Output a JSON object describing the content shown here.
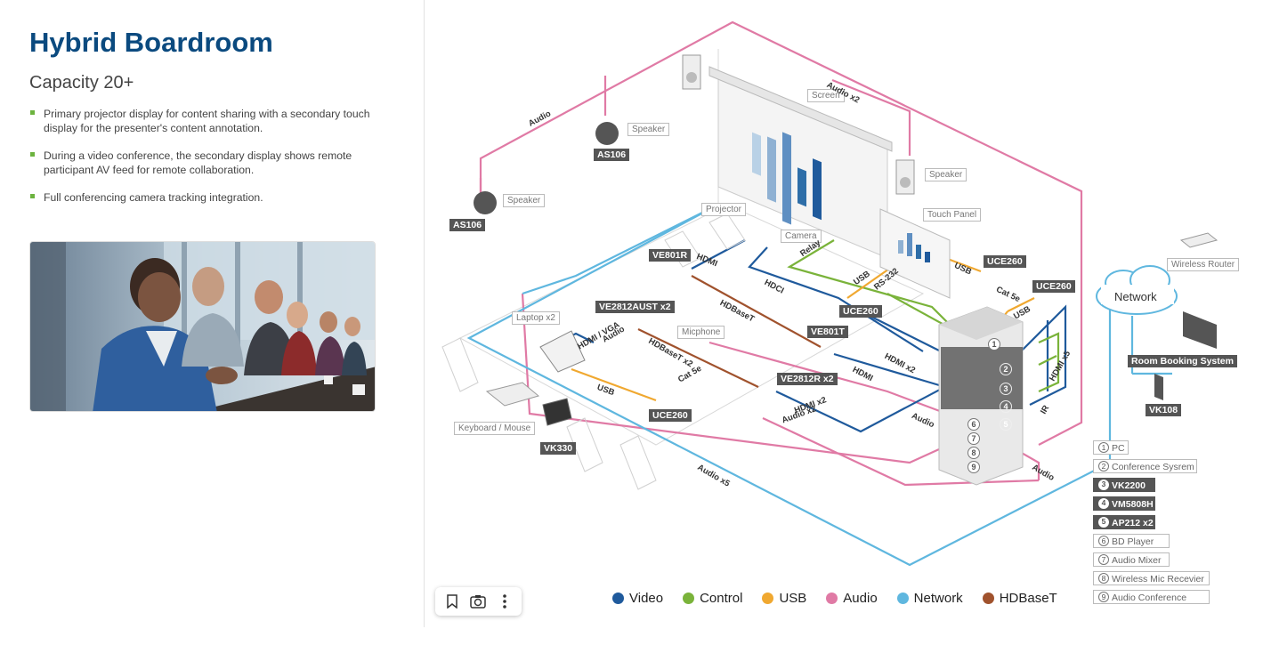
{
  "left": {
    "title": "Hybrid Boardroom",
    "subtitle": "Capacity 20+",
    "bullets": [
      "Primary projector display for content sharing with a secondary touch display for the presenter's content annotation.",
      "During a video conference, the secondary display shows remote participant AV feed for remote collaboration.",
      "Full conferencing camera tracking integration."
    ]
  },
  "diagram": {
    "dark_labels": {
      "as106_a": "AS106",
      "as106_b": "AS106",
      "ve801r": "VE801R",
      "ve2812aust": "VE2812AUST x2",
      "ve801t": "VE801T",
      "ve2812r": "VE2812R x2",
      "uce260_a": "UCE260",
      "uce260_b": "UCE260",
      "uce260_c": "UCE260",
      "uce260_d": "UCE260",
      "vk330": "VK330",
      "vk108": "VK108",
      "room_booking": "Room Booking System"
    },
    "outline_labels": {
      "speaker_a": "Speaker",
      "speaker_b": "Speaker",
      "speaker_c": "Speaker",
      "screen": "Screen",
      "projector": "Projector",
      "camera": "Camera",
      "touch_panel": "Touch Panel",
      "laptop": "Laptop x2",
      "micphone": "Micphone",
      "keyboard": "Keyboard / Mouse",
      "wireless_router": "Wireless Router"
    },
    "network": "Network",
    "cable_labels": {
      "audio_left": "Audio",
      "audio_top": "Audio x2",
      "hdmi_a": "HDMI",
      "hdci": "HDCI",
      "relay": "Relay",
      "usb_a": "USB",
      "rs232": "RS-232",
      "usb_b": "USB",
      "cat5e_a": "Cat 5e",
      "usb_c": "USB",
      "hdbaset": "HDBaseT",
      "hdbaset_x2": "HDBaseT x2",
      "audio_mid": "Audio",
      "hdmi_vga": "HDMI / VGA",
      "hdmi_b": "HDMI",
      "hdmi_x2_a": "HDMI x2",
      "usb_d": "USB",
      "cat5e_b": "Cat 5e",
      "hdmi_x2_b": "HDMI x2",
      "audio_x2": "Audio x2",
      "audio_rack": "Audio",
      "hdmi_x5": "HDMI x5",
      "ir": "IR",
      "audio_x5": "Audio x5",
      "audio_right": "Audio"
    },
    "rack_numbers": [
      "1",
      "2",
      "3",
      "4",
      "5",
      "6",
      "7",
      "8",
      "9"
    ]
  },
  "legend": [
    {
      "label": "Video",
      "color": "#1f5a9c"
    },
    {
      "label": "Control",
      "color": "#7ab33a"
    },
    {
      "label": "USB",
      "color": "#f0a830"
    },
    {
      "label": "Audio",
      "color": "#e07aa5"
    },
    {
      "label": "Network",
      "color": "#5fb7df"
    },
    {
      "label": "HDBaseT",
      "color": "#a0522d"
    }
  ],
  "devices": [
    {
      "num": "1",
      "label": "PC",
      "style": "outline"
    },
    {
      "num": "2",
      "label": "Conference Sysrem",
      "style": "outline"
    },
    {
      "num": "3",
      "label": "VK2200",
      "style": "dark"
    },
    {
      "num": "4",
      "label": "VM5808H",
      "style": "dark"
    },
    {
      "num": "5",
      "label": "AP212 x2",
      "style": "dark"
    },
    {
      "num": "6",
      "label": "BD Player",
      "style": "outline"
    },
    {
      "num": "7",
      "label": "Audio Mixer",
      "style": "outline"
    },
    {
      "num": "8",
      "label": "Wireless Mic Recevier",
      "style": "outline"
    },
    {
      "num": "9",
      "label": "Audio Conference",
      "style": "outline"
    }
  ],
  "toolbar": {
    "bookmark": "bookmark-icon",
    "camera": "camera-icon",
    "more": "more-vertical-icon"
  }
}
